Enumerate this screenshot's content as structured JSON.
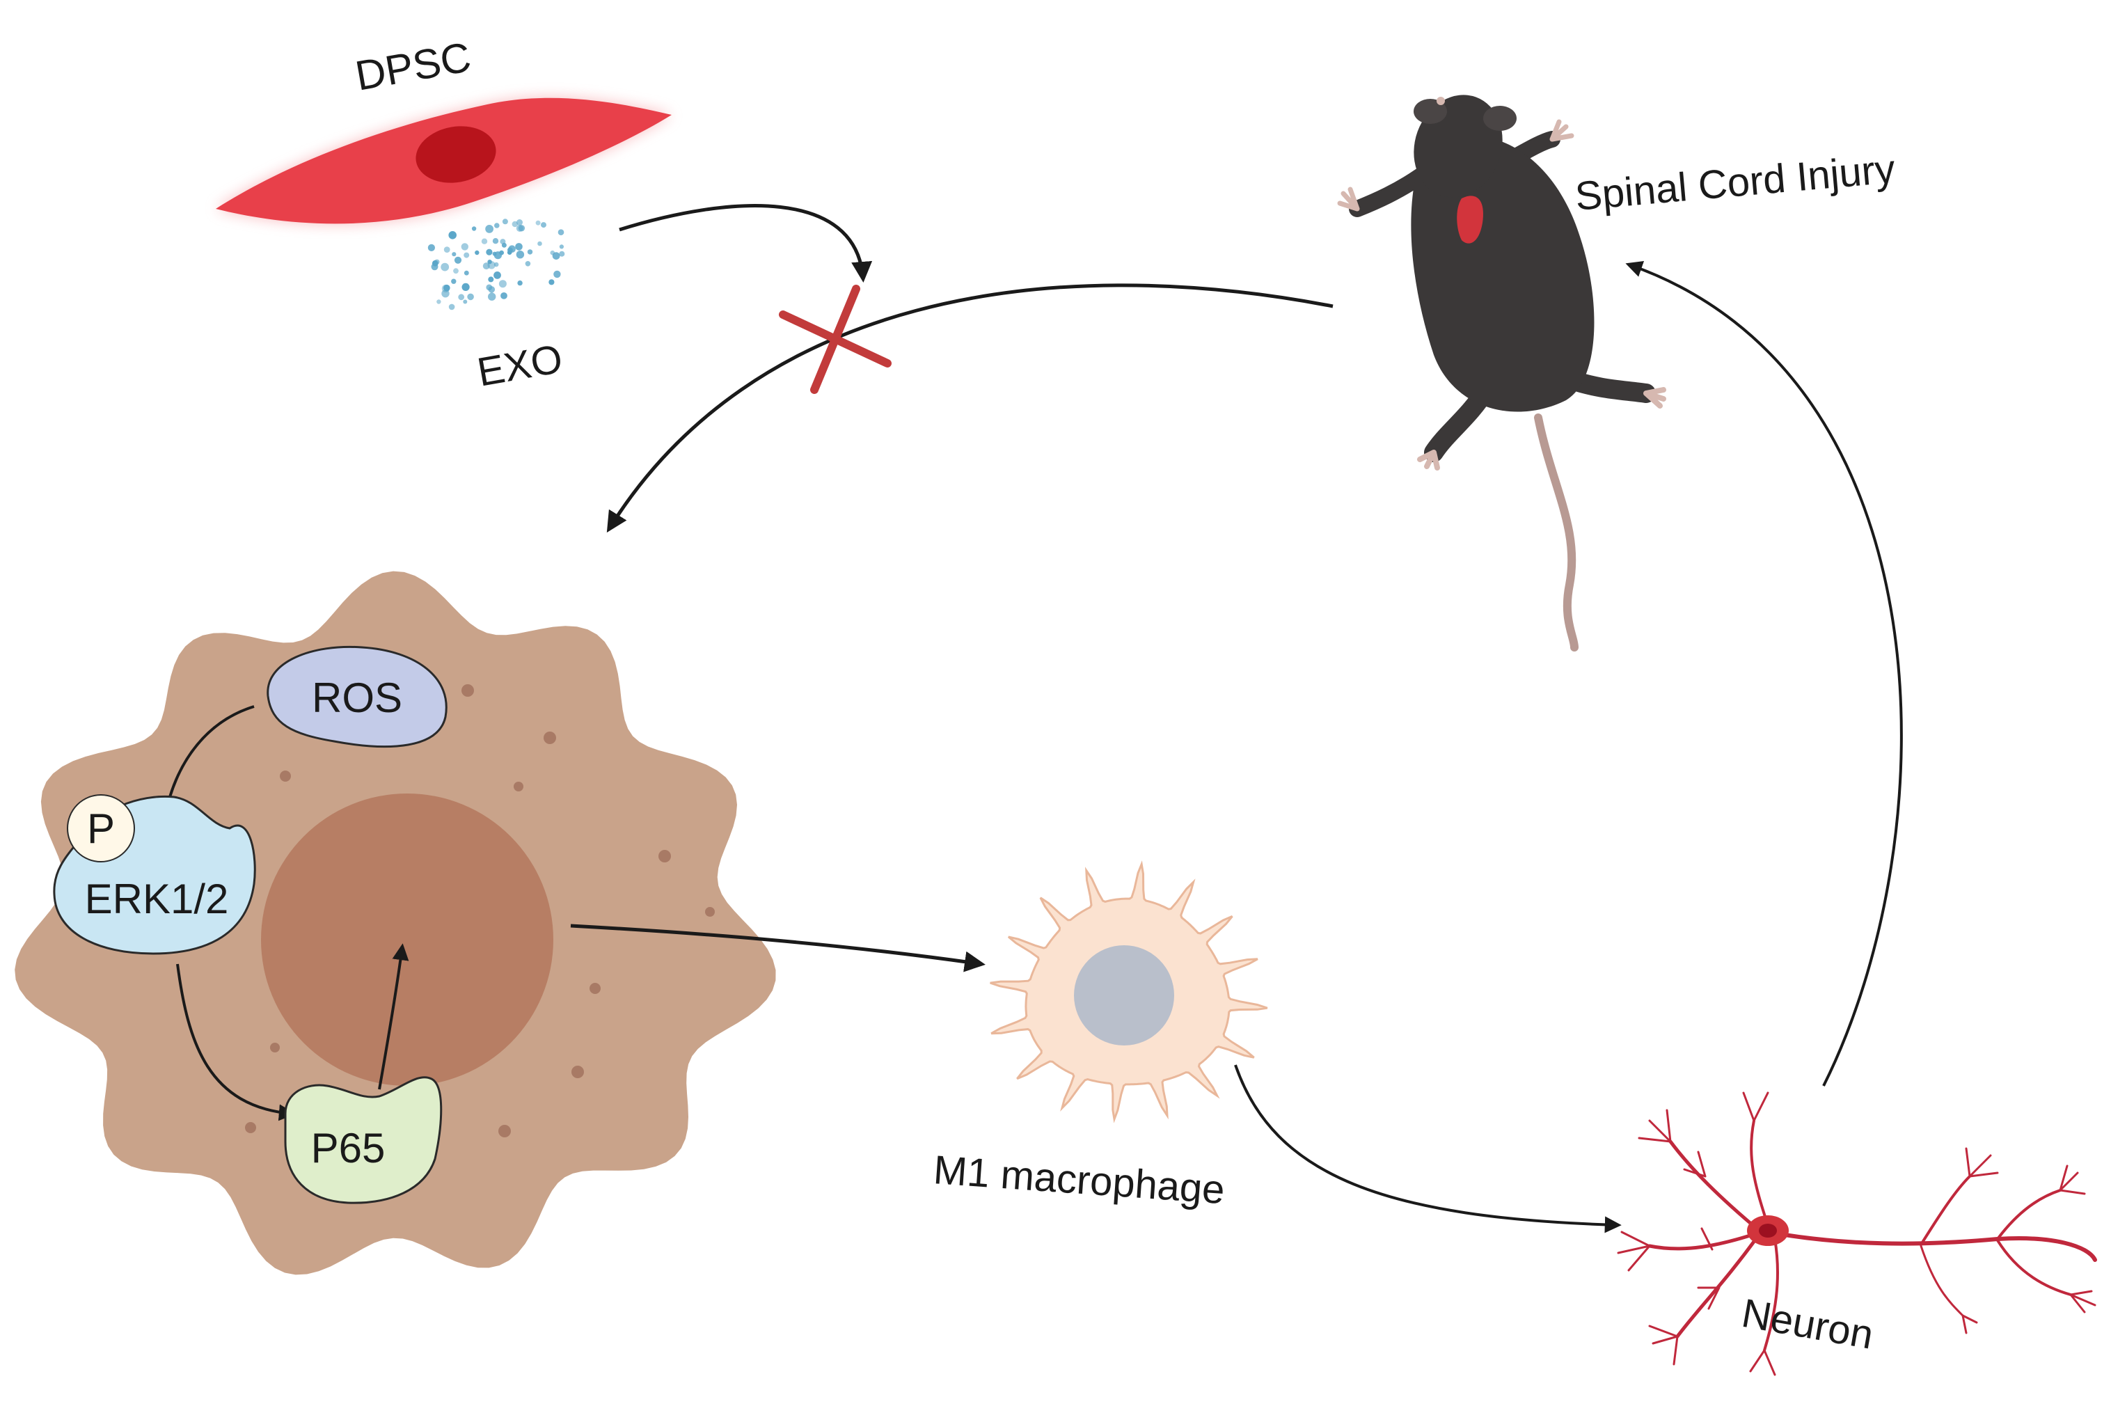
{
  "labels": {
    "dpsc": "DPSC",
    "exo": "EXO",
    "spinal_cord_injury": "Spinal Cord Injury",
    "ros": "ROS",
    "p": "P",
    "erk": "ERK1/2",
    "p65": "P65",
    "m1_macrophage": "M1 macrophage",
    "neuron": "Neuron"
  },
  "colors": {
    "dpsc_cell": "#e8404a",
    "dpsc_nucleus": "#b8141c",
    "exo_dots": "#5aa6c9",
    "inhibition_cross": "#c23b3b",
    "macrophage_body": "#c9a38a",
    "macrophage_nucleus": "#b57a5f",
    "ros_fill": "#c3cbe8",
    "erk_fill": "#c9e6f3",
    "p65_fill": "#dfeecb",
    "m1_body": "#fbe2d0",
    "m1_nucleus": "#b9bfcb",
    "mouse": "#3b3838",
    "injury": "#d2343c",
    "neuron": "#c0283c"
  }
}
